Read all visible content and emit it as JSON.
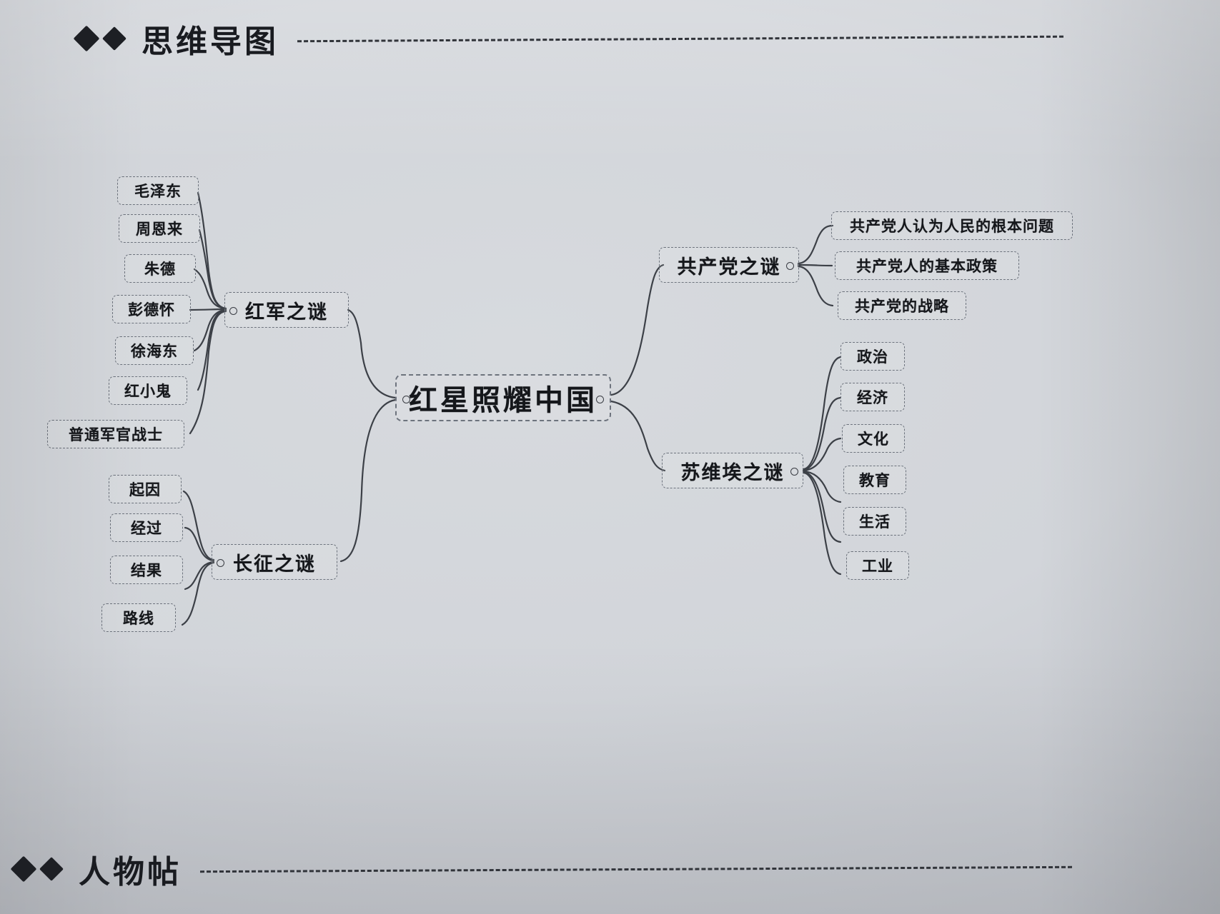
{
  "headers": {
    "top": "思维导图",
    "bottom": "人物帖"
  },
  "mindmap": {
    "root": {
      "label": "红星照耀中国"
    },
    "branches": [
      {
        "id": "red-army",
        "label": "红军之谜",
        "side": "left",
        "children": [
          {
            "label": "毛泽东"
          },
          {
            "label": "周恩来"
          },
          {
            "label": "朱德"
          },
          {
            "label": "彭德怀"
          },
          {
            "label": "徐海东"
          },
          {
            "label": "红小鬼"
          },
          {
            "label": "普通军官战士"
          }
        ]
      },
      {
        "id": "long-march",
        "label": "长征之谜",
        "side": "left",
        "children": [
          {
            "label": "起因"
          },
          {
            "label": "经过"
          },
          {
            "label": "结果"
          },
          {
            "label": "路线"
          }
        ]
      },
      {
        "id": "communist-party",
        "label": "共产党之谜",
        "side": "right",
        "children": [
          {
            "label": "共产党人认为人民的根本问题"
          },
          {
            "label": "共产党人的基本政策"
          },
          {
            "label": "共产党的战略"
          }
        ]
      },
      {
        "id": "soviet",
        "label": "苏维埃之谜",
        "side": "right",
        "children": [
          {
            "label": "政治"
          },
          {
            "label": "经济"
          },
          {
            "label": "文化"
          },
          {
            "label": "教育"
          },
          {
            "label": "生活"
          },
          {
            "label": "工业"
          }
        ]
      }
    ]
  },
  "colors": {
    "ink": "#15171b",
    "node_border": "#6d737d",
    "edge": "#3c4047",
    "paper": "#cfd2d8"
  }
}
